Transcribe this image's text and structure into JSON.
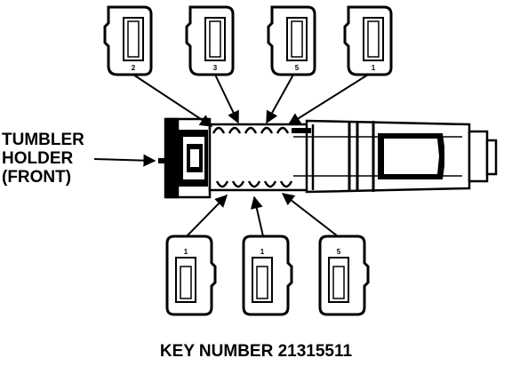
{
  "labels": {
    "holder_line1": "TUMBLER",
    "holder_line2": "HOLDER",
    "holder_line3": "(FRONT)",
    "caption": "KEY NUMBER 21315511"
  },
  "top_tumblers": [
    "2",
    "3",
    "5",
    "1"
  ],
  "bottom_tumblers": [
    "1",
    "1",
    "5"
  ]
}
